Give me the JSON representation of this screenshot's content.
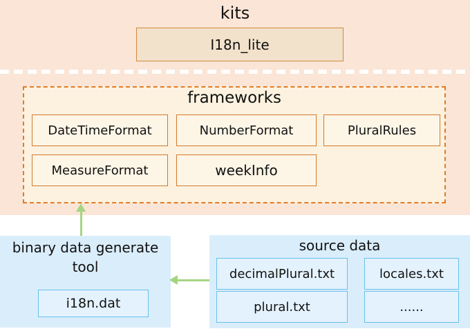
{
  "colors": {
    "peach_bg": "#fae5d6",
    "frameworks_fill": "#fcf2df",
    "framework_box_fill": "#fdf5e6",
    "kit_box_fill": "#f2e2cc",
    "orange_border": "#d2782b",
    "kit_border": "#cf8a3e",
    "orange_dashed_border": "#e07b28",
    "blue_panel_bg": "#daedfb",
    "blue_box_fill": "#e4f2fd",
    "blue_border": "#67c0ea",
    "separator_white": "#ffffff",
    "arrow_green": "#a6d483",
    "text": "#111111"
  },
  "kits_section": {
    "title": "kits",
    "kit_box_label": "I18n_lite"
  },
  "frameworks_section": {
    "title": "frameworks",
    "boxes": [
      "DateTimeFormat",
      "NumberFormat",
      "PluralRules",
      "MeasureFormat",
      "weekInfo"
    ]
  },
  "binary_tool_panel": {
    "title_line1": "binary data generate",
    "title_line2": "tool",
    "output_box_label": "i18n.dat"
  },
  "source_data_panel": {
    "title": "source data",
    "file_boxes": [
      "decimalPlural.txt",
      "locales.txt",
      "plural.txt",
      "......"
    ]
  }
}
